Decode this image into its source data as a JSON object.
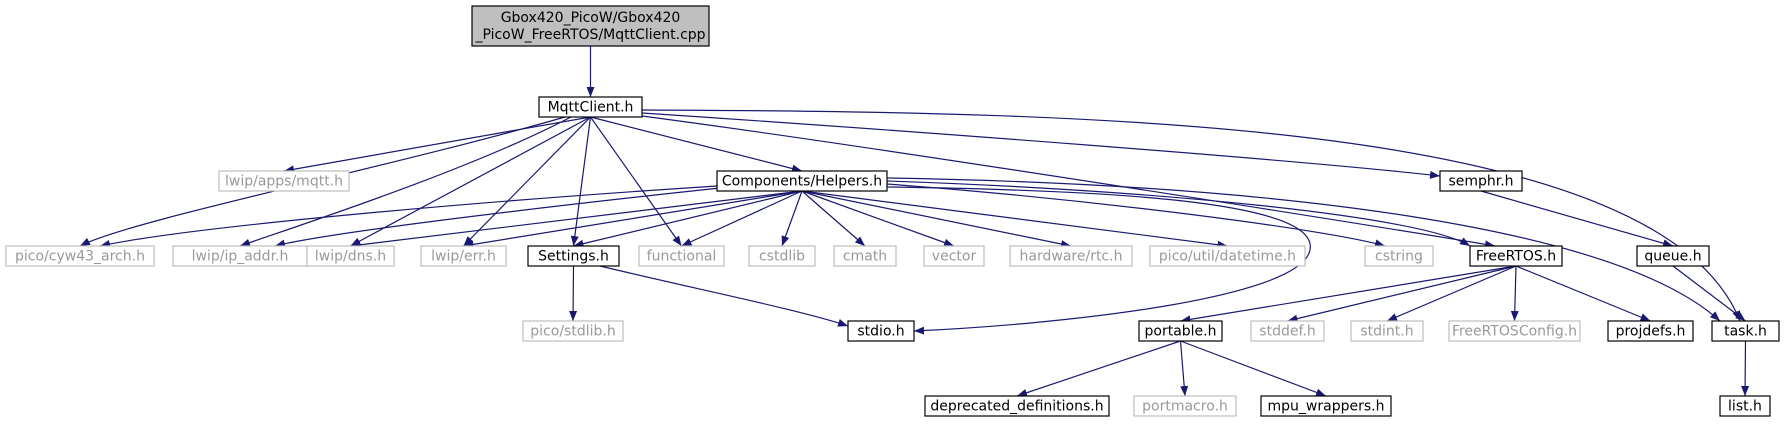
{
  "graph": {
    "colors": {
      "edge": "#191970",
      "root_fill": "#bfbfbf",
      "root_stroke": "#000000",
      "project_stroke": "#000000",
      "external_stroke": "#bfbfbf",
      "external_text": "#999999",
      "text": "#000000",
      "background": "#ffffff"
    },
    "nodes": [
      {
        "id": "root",
        "label_lines": [
          "Gbox420_PicoW/Gbox420",
          "_PicoW_FreeRTOS/MqttClient.cpp"
        ],
        "kind": "root"
      },
      {
        "id": "mqttclient_h",
        "label_lines": [
          "MqttClient.h"
        ],
        "kind": "project"
      },
      {
        "id": "lwip_apps_mqtt",
        "label_lines": [
          "lwip/apps/mqtt.h"
        ],
        "kind": "external"
      },
      {
        "id": "components_helpers",
        "label_lines": [
          "Components/Helpers.h"
        ],
        "kind": "project"
      },
      {
        "id": "semphr",
        "label_lines": [
          "semphr.h"
        ],
        "kind": "project"
      },
      {
        "id": "pico_cyw43",
        "label_lines": [
          "pico/cyw43_arch.h"
        ],
        "kind": "external"
      },
      {
        "id": "lwip_ip_addr",
        "label_lines": [
          "lwip/ip_addr.h"
        ],
        "kind": "external"
      },
      {
        "id": "lwip_dns",
        "label_lines": [
          "lwip/dns.h"
        ],
        "kind": "external"
      },
      {
        "id": "lwip_err",
        "label_lines": [
          "lwip/err.h"
        ],
        "kind": "external"
      },
      {
        "id": "settings",
        "label_lines": [
          "Settings.h"
        ],
        "kind": "project"
      },
      {
        "id": "functional",
        "label_lines": [
          "functional"
        ],
        "kind": "external"
      },
      {
        "id": "cstdlib",
        "label_lines": [
          "cstdlib"
        ],
        "kind": "external"
      },
      {
        "id": "cmath",
        "label_lines": [
          "cmath"
        ],
        "kind": "external"
      },
      {
        "id": "vector",
        "label_lines": [
          "vector"
        ],
        "kind": "external"
      },
      {
        "id": "hardware_rtc",
        "label_lines": [
          "hardware/rtc.h"
        ],
        "kind": "external"
      },
      {
        "id": "pico_datetime",
        "label_lines": [
          "pico/util/datetime.h"
        ],
        "kind": "external"
      },
      {
        "id": "cstring",
        "label_lines": [
          "cstring"
        ],
        "kind": "external"
      },
      {
        "id": "freertos",
        "label_lines": [
          "FreeRTOS.h"
        ],
        "kind": "project"
      },
      {
        "id": "queue",
        "label_lines": [
          "queue.h"
        ],
        "kind": "project"
      },
      {
        "id": "pico_stdlib",
        "label_lines": [
          "pico/stdlib.h"
        ],
        "kind": "external"
      },
      {
        "id": "stdio",
        "label_lines": [
          "stdio.h"
        ],
        "kind": "project"
      },
      {
        "id": "portable",
        "label_lines": [
          "portable.h"
        ],
        "kind": "project"
      },
      {
        "id": "stddef",
        "label_lines": [
          "stddef.h"
        ],
        "kind": "external"
      },
      {
        "id": "stdint",
        "label_lines": [
          "stdint.h"
        ],
        "kind": "external"
      },
      {
        "id": "freertosconfig",
        "label_lines": [
          "FreeRTOSConfig.h"
        ],
        "kind": "external"
      },
      {
        "id": "projdefs",
        "label_lines": [
          "projdefs.h"
        ],
        "kind": "project"
      },
      {
        "id": "task",
        "label_lines": [
          "task.h"
        ],
        "kind": "project"
      },
      {
        "id": "deprecated_defs",
        "label_lines": [
          "deprecated_definitions.h"
        ],
        "kind": "project"
      },
      {
        "id": "portmacro",
        "label_lines": [
          "portmacro.h"
        ],
        "kind": "external"
      },
      {
        "id": "mpu_wrappers",
        "label_lines": [
          "mpu_wrappers.h"
        ],
        "kind": "project"
      },
      {
        "id": "list",
        "label_lines": [
          "list.h"
        ],
        "kind": "project"
      }
    ],
    "edges": [
      [
        "root",
        "mqttclient_h"
      ],
      [
        "mqttclient_h",
        "lwip_apps_mqtt"
      ],
      [
        "mqttclient_h",
        "components_helpers"
      ],
      [
        "mqttclient_h",
        "semphr"
      ],
      [
        "mqttclient_h",
        "task"
      ],
      [
        "mqttclient_h",
        "pico_cyw43"
      ],
      [
        "mqttclient_h",
        "lwip_ip_addr"
      ],
      [
        "mqttclient_h",
        "lwip_dns"
      ],
      [
        "mqttclient_h",
        "lwip_err"
      ],
      [
        "mqttclient_h",
        "settings"
      ],
      [
        "mqttclient_h",
        "functional"
      ],
      [
        "mqttclient_h",
        "freertos"
      ],
      [
        "components_helpers",
        "pico_cyw43"
      ],
      [
        "components_helpers",
        "lwip_ip_addr"
      ],
      [
        "components_helpers",
        "lwip_dns"
      ],
      [
        "components_helpers",
        "lwip_err"
      ],
      [
        "components_helpers",
        "settings"
      ],
      [
        "components_helpers",
        "functional"
      ],
      [
        "components_helpers",
        "cstdlib"
      ],
      [
        "components_helpers",
        "cmath"
      ],
      [
        "components_helpers",
        "vector"
      ],
      [
        "components_helpers",
        "hardware_rtc"
      ],
      [
        "components_helpers",
        "pico_datetime"
      ],
      [
        "components_helpers",
        "cstring"
      ],
      [
        "components_helpers",
        "freertos"
      ],
      [
        "components_helpers",
        "task"
      ],
      [
        "components_helpers",
        "stdio"
      ],
      [
        "semphr",
        "queue"
      ],
      [
        "queue",
        "task"
      ],
      [
        "settings",
        "pico_stdlib"
      ],
      [
        "settings",
        "stdio"
      ],
      [
        "freertos",
        "portable"
      ],
      [
        "freertos",
        "stddef"
      ],
      [
        "freertos",
        "stdint"
      ],
      [
        "freertos",
        "freertosconfig"
      ],
      [
        "freertos",
        "projdefs"
      ],
      [
        "portable",
        "deprecated_defs"
      ],
      [
        "portable",
        "portmacro"
      ],
      [
        "portable",
        "mpu_wrappers"
      ],
      [
        "task",
        "list"
      ]
    ]
  }
}
